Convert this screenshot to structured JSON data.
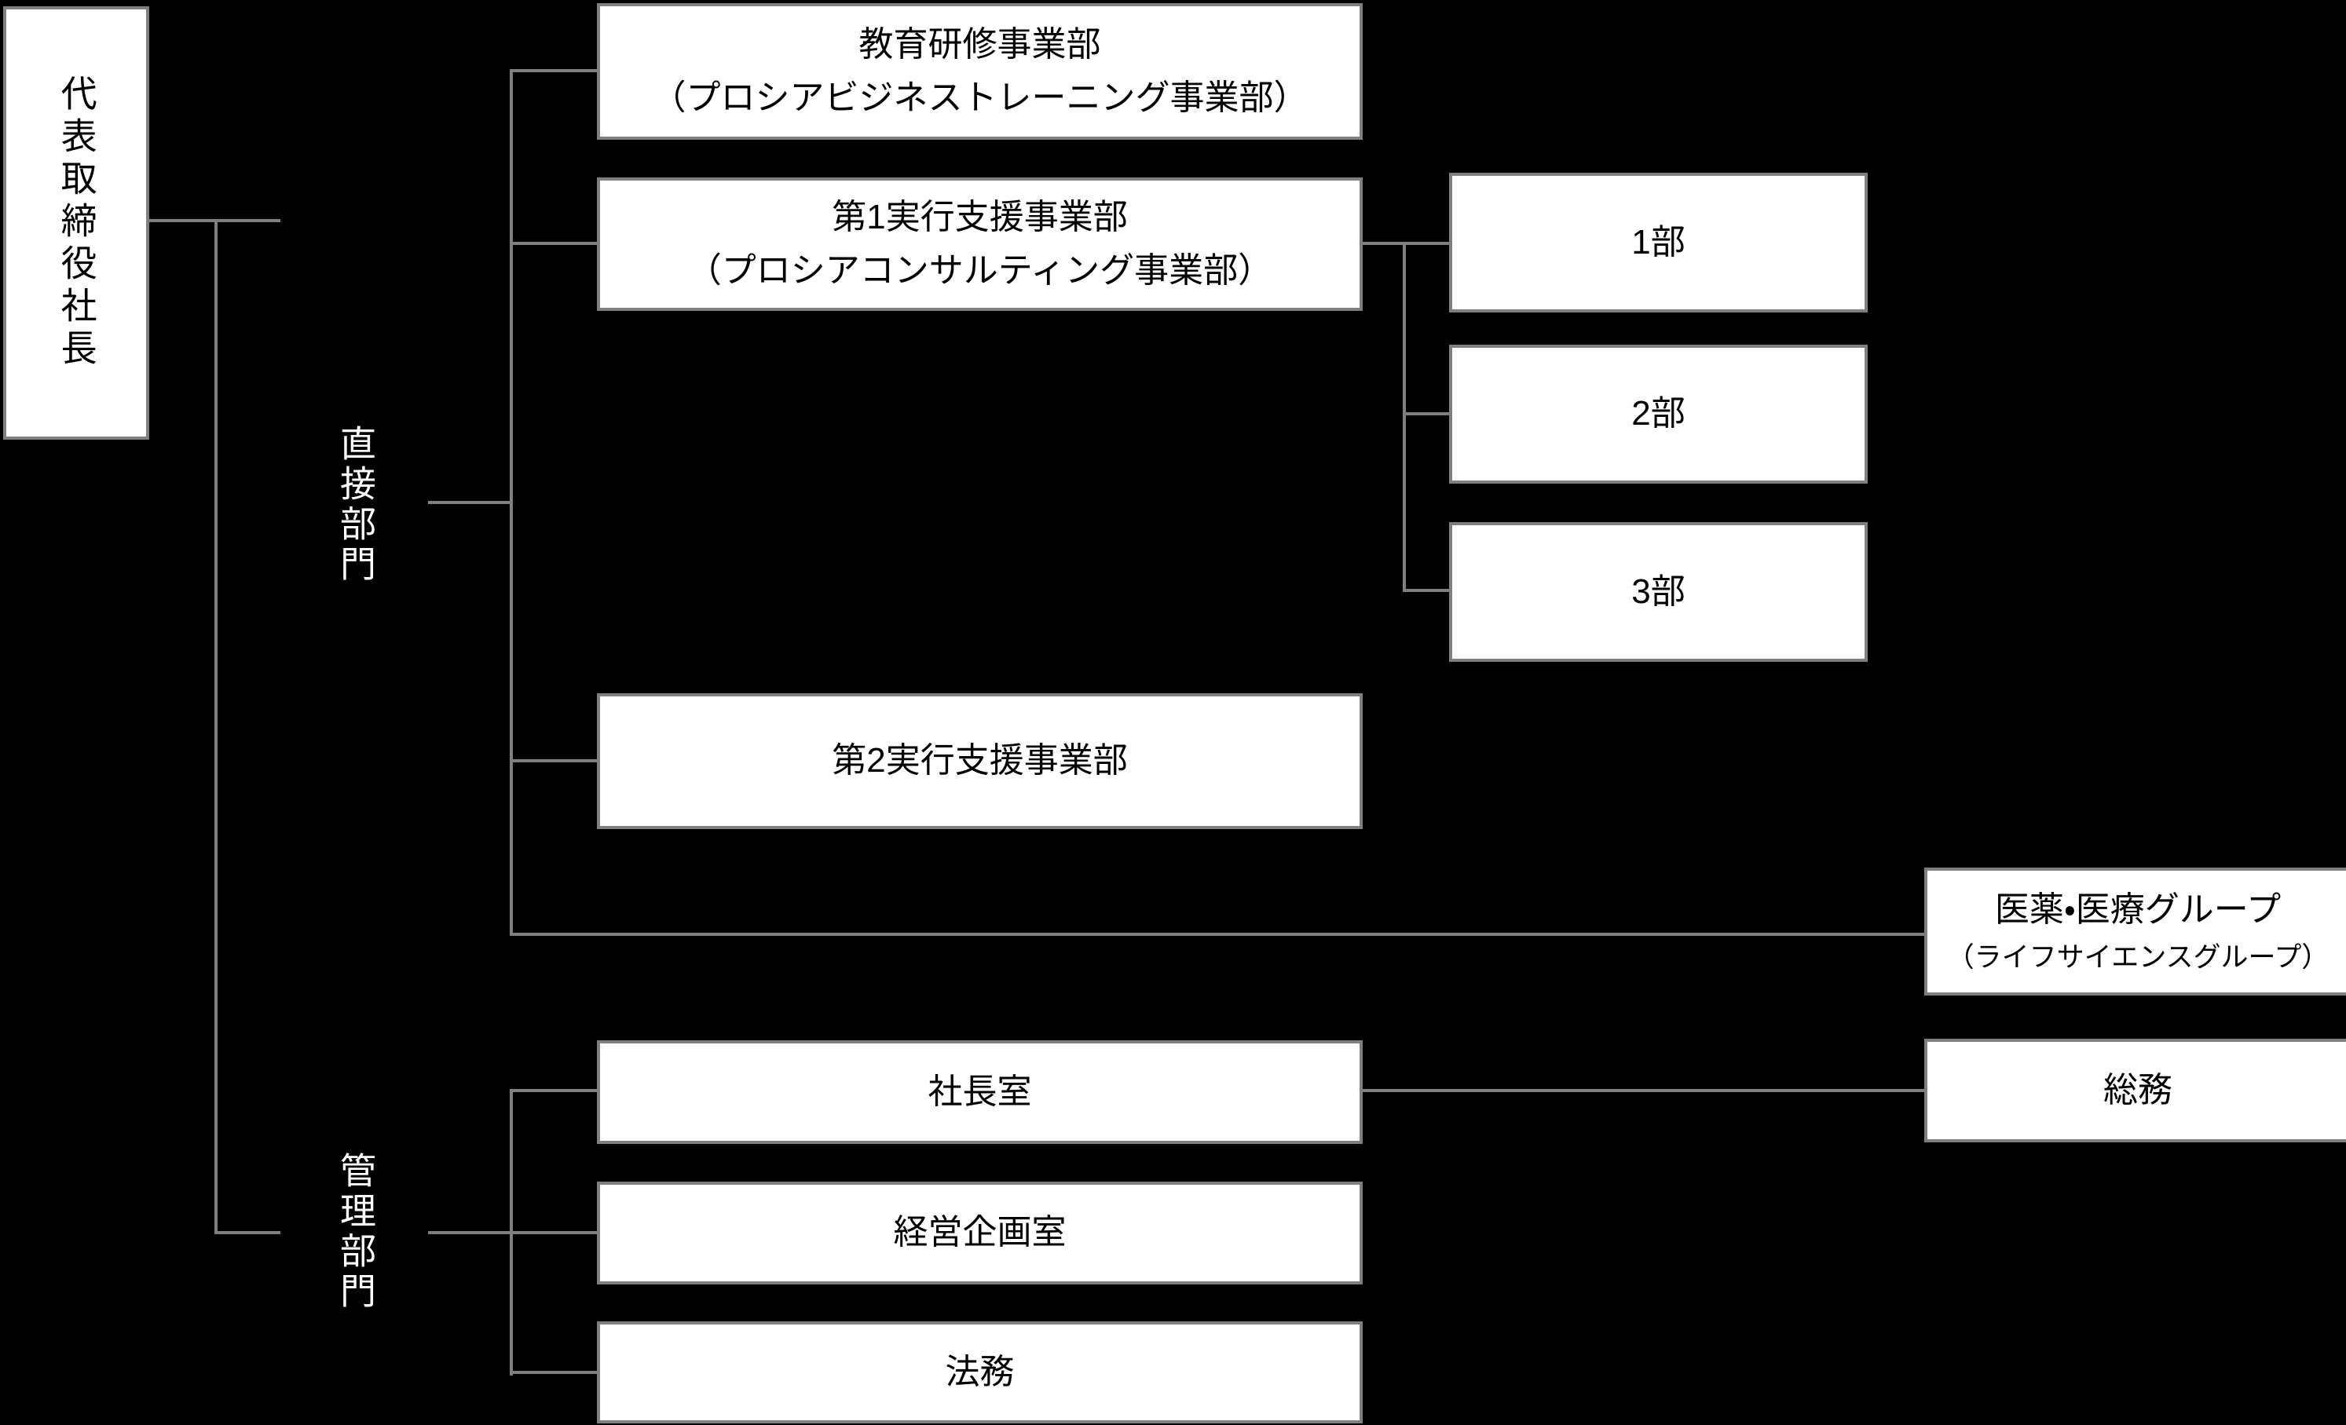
{
  "chart": {
    "type": "org-chart",
    "background_color": "#000000",
    "box_fill_color": "#ffffff",
    "box_border_color": "#7f7f7f",
    "connector_color": "#7f7f7f",
    "box_text_color": "#000000",
    "division_label_color": "#ffffff",
    "nodes": {
      "president": {
        "label": "代表取締役社長"
      },
      "direct_division": {
        "label": "直接部門"
      },
      "admin_division": {
        "label": "管理部門"
      },
      "education": {
        "line1": "教育研修事業部",
        "line2": "（プロシアビジネストレーニング事業部）"
      },
      "support1": {
        "line1": "第1実行支援事業部",
        "line2": "（プロシアコンサルティング事業部）"
      },
      "dept1": {
        "label": "1部"
      },
      "dept2": {
        "label": "2部"
      },
      "dept3": {
        "label": "3部"
      },
      "support2": {
        "label": "第2実行支援事業部"
      },
      "medical": {
        "line1": "医薬・医療グループ",
        "line2": "（ライフサイエンスグループ）"
      },
      "presidents_office": {
        "label": "社長室"
      },
      "general_affairs": {
        "label": "総務"
      },
      "corporate_planning": {
        "label": "経営企画室"
      },
      "legal": {
        "label": "法務"
      }
    }
  }
}
